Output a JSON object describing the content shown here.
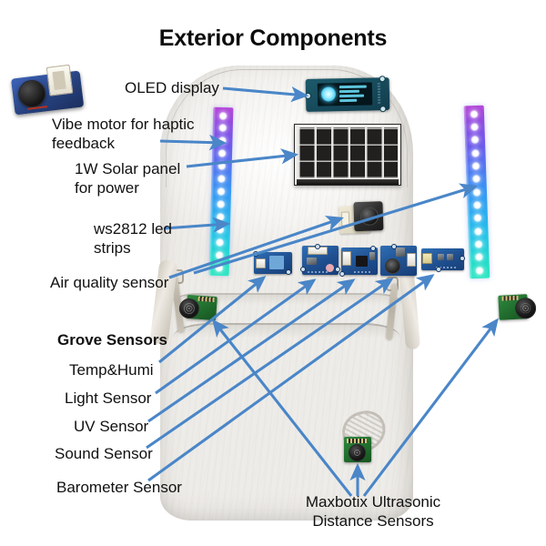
{
  "page": {
    "title": "Exterior Components",
    "accent_arrow_color": "#4a86c8",
    "background": "#ffffff",
    "text_color": "#111111"
  },
  "labels": {
    "oled_display": "OLED display",
    "vibe_motor": "Vibe motor for haptic\nfeedback",
    "solar_panel": "1W Solar panel\nfor power",
    "led_strips": "ws2812 led\nstrips",
    "air_quality": "Air quality sensor",
    "grove_sensors_heading": "Grove Sensors",
    "temp_humi": "Temp&Humi",
    "light_sensor": "Light Sensor",
    "uv_sensor": "UV Sensor",
    "sound_sensor": "Sound Sensor",
    "barometer_sensor": "Barometer Sensor",
    "ultrasonic": "Maxbotix Ultrasonic\nDistance Sensors"
  },
  "components": {
    "vibe_motor_module": "vibration-motor-board",
    "oled_module": "oled-display-module",
    "solar_module": "solar-panel",
    "camera_module": "camera-module",
    "grove_boards": [
      "temp-humi-board",
      "light-sensor-board",
      "uv-sensor-board",
      "sound-sensor-board",
      "barometer-sensor-board"
    ],
    "led_strip_left": "ws2812-led-strip-left",
    "led_strip_right": "ws2812-led-strip-right",
    "ultrasonic_left": "ultrasonic-sensor-left",
    "ultrasonic_right": "ultrasonic-sensor-right",
    "ultrasonic_bottom": "ultrasonic-sensor-bottom",
    "backpack": "white-backpack"
  },
  "colors": {
    "arrow": "#4a86c8",
    "led_top": "#b23dd6",
    "led_mid": "#2f93f2",
    "led_bottom": "#25e5c0",
    "grove_pcb": "#1f4f8f",
    "ultrasonic_pcb": "#1f6a2c",
    "backpack": "#f6f4f1"
  }
}
